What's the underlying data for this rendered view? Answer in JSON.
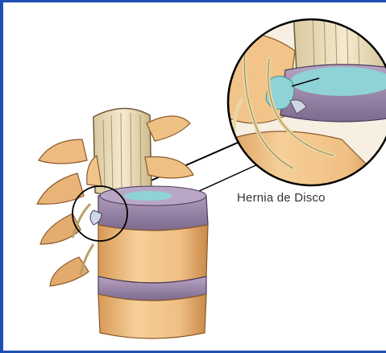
{
  "illustration": {
    "caption": "Hernia de Disco",
    "icons": [
      "spine-illustration",
      "magnifier-circle",
      "herniated-disc-detail"
    ],
    "colors": {
      "frame_border": "#1f4fb3",
      "bone": "#f2c48a",
      "bone_shadow": "#c98a4a",
      "disc": "#9a83a8",
      "disc_nucleus": "#8fd3d6",
      "spinal_cord": "#efe1bd",
      "nerve": "#e8d6a4",
      "outline": "#000000"
    }
  }
}
